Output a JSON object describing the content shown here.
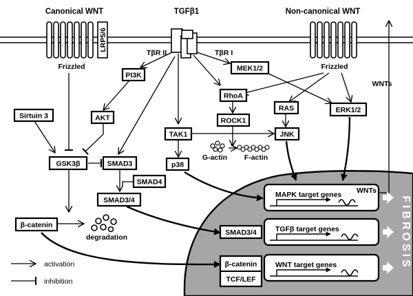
{
  "receptors": {
    "canonical_title": "Canonical WNT",
    "tgf_title": "TGFβ1",
    "noncanonical_title": "Non-canonical WNT",
    "lrp_label": "LRP5/6",
    "frizzled_left": "Frizzled",
    "frizzled_right": "Frizzled",
    "tbr2": "TβR II",
    "tbr1": "TβR I"
  },
  "nodes": {
    "pi3k": "PI3K",
    "akt": "AKT",
    "sirtuin3": "Sirtuin 3",
    "gsk3b": "GSK3β",
    "smad3": "SMAD3",
    "smad4": "SMAD4",
    "smad34": "SMAD3/4",
    "bcatenin": "β-catenin",
    "degradation": "degradation",
    "tak1": "TAK1",
    "p38": "p38",
    "mek12": "MEK1/2",
    "rhoa": "RhoA",
    "rock1": "ROCK1",
    "ras": "RAS",
    "erk12": "ERK1/2",
    "jnk": "JNK",
    "gactin": "G-actin",
    "factin": "F-actin",
    "wnts_secreted": "WNTs"
  },
  "nucleus": {
    "smad34": "SMAD3/4",
    "bcatenin": "β-catenin",
    "tcf_lef": "TCF/LEF",
    "mapk_genes": "MAPK target genes",
    "wnts_gene": "WNTs",
    "tgfb_genes": "TGFβ target genes",
    "wnt_genes": "WNT target genes",
    "fibrosis": "FIBROSIS"
  },
  "legend": {
    "activation": "activation",
    "inhibition": "inhibition"
  },
  "colors": {
    "nucleus_fill": "#a6a6a6",
    "stroke": "#000000"
  }
}
